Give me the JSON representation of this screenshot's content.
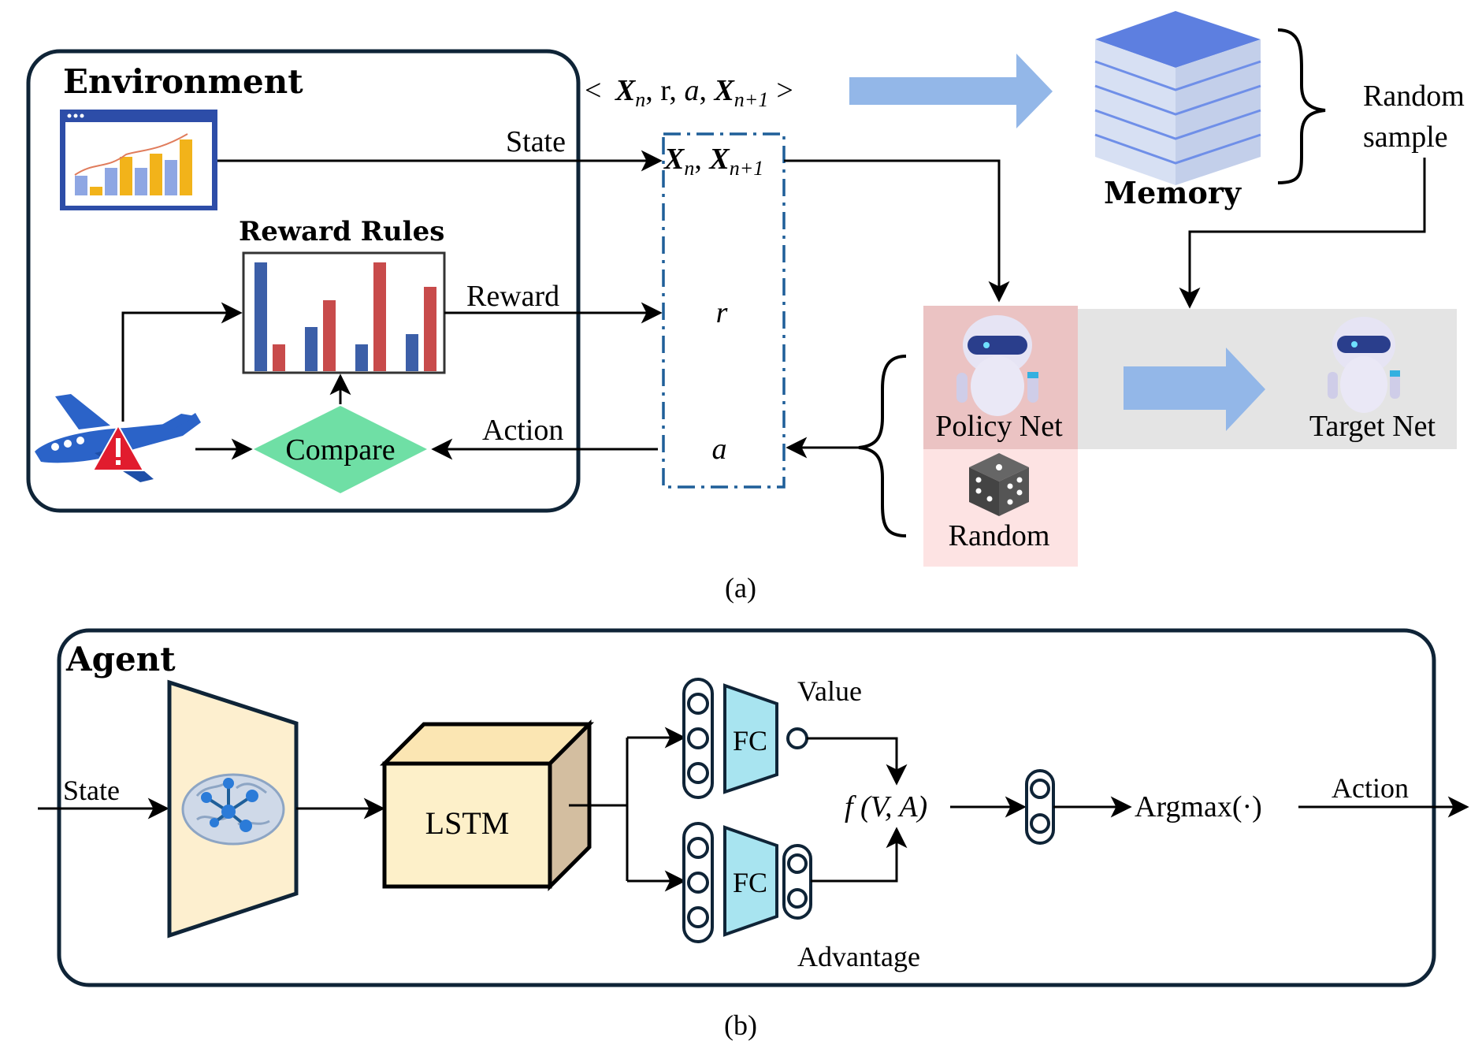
{
  "panel_a": {
    "environment_title": "Environment",
    "reward_rules_title": "Reward Rules",
    "compare_label": "Compare",
    "state_label": "State",
    "reward_label": "Reward",
    "action_label": "Action",
    "tuple_open": "<",
    "tuple_x": "X",
    "tuple_sub_n": "n",
    "tuple_comma1": ", r, ",
    "tuple_a": "a",
    "tuple_comma2": ", ",
    "tuple_sub_n1": "n+1",
    "tuple_close": ">",
    "buffer_x1": "X",
    "buffer_sub_n": "n",
    "buffer_comma": ", ",
    "buffer_x2": "X",
    "buffer_sub_n1": "n+1",
    "buffer_r": "r",
    "buffer_a": "a",
    "memory_label": "Memory",
    "random_sample_line1": "Random",
    "random_sample_line2": "sample",
    "policy_net_label": "Policy Net",
    "target_net_label": "Target Net",
    "random_label": "Random",
    "caption": "(a)"
  },
  "panel_b": {
    "agent_title": "Agent",
    "state_label": "State",
    "lstm_label": "LSTM",
    "fc_top_label": "FC",
    "fc_bottom_label": "FC",
    "value_label": "Value",
    "advantage_label": "Advantage",
    "f_label": "f (V, A)",
    "argmax_label": "Argmax(·)",
    "action_label": "Action",
    "caption": "(b)"
  },
  "colors": {
    "line": "#000000",
    "frame": "#0f2437",
    "buffer_dash": "#1f5f99",
    "arrow_fill": "#93b7e8",
    "diamond": "#6fdfa5",
    "policy_bg": "#fde3e3",
    "policy_bg_dark": "#ebc3c3",
    "target_bg": "#e4e4e4",
    "bar_blue": "#3c5fa8",
    "bar_red": "#c84b4b",
    "lstm_front": "#fdf0c9",
    "lstm_side": "#d3bea0",
    "lstm_top": "#fbe6b3",
    "encoder_fill": "#fdefcf",
    "fc_fill": "#a8e4f0",
    "memory_top": "#5d7fe0",
    "memory_side": "#c9d6ee"
  }
}
